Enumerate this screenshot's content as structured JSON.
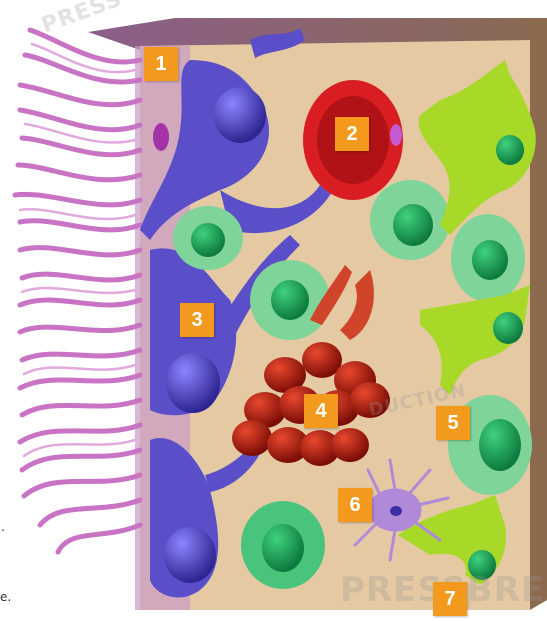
{
  "labels": [
    "1",
    "2",
    "3",
    "4",
    "5",
    "6",
    "7"
  ],
  "watermark": {
    "arc_top": "PRESS",
    "arc_mid": "DUCTION",
    "press_break": "PRESSBREAK"
  },
  "edge_fragments": {
    "a": ".",
    "b": "e."
  },
  "colors": {
    "tissue": "#e4c9a3",
    "tissue_top": "#9a7a5c",
    "tissue_right": "#8c6a4e",
    "cilia": "#c873c4",
    "ependymal": "#5a4fc9",
    "red_cell": "#d81e22",
    "green_cell": "#49c47c",
    "yellow_cell": "#a8d828",
    "microglia": "#b08ad8",
    "blood": "#b3190f",
    "label_bg": "#f39a1e"
  }
}
